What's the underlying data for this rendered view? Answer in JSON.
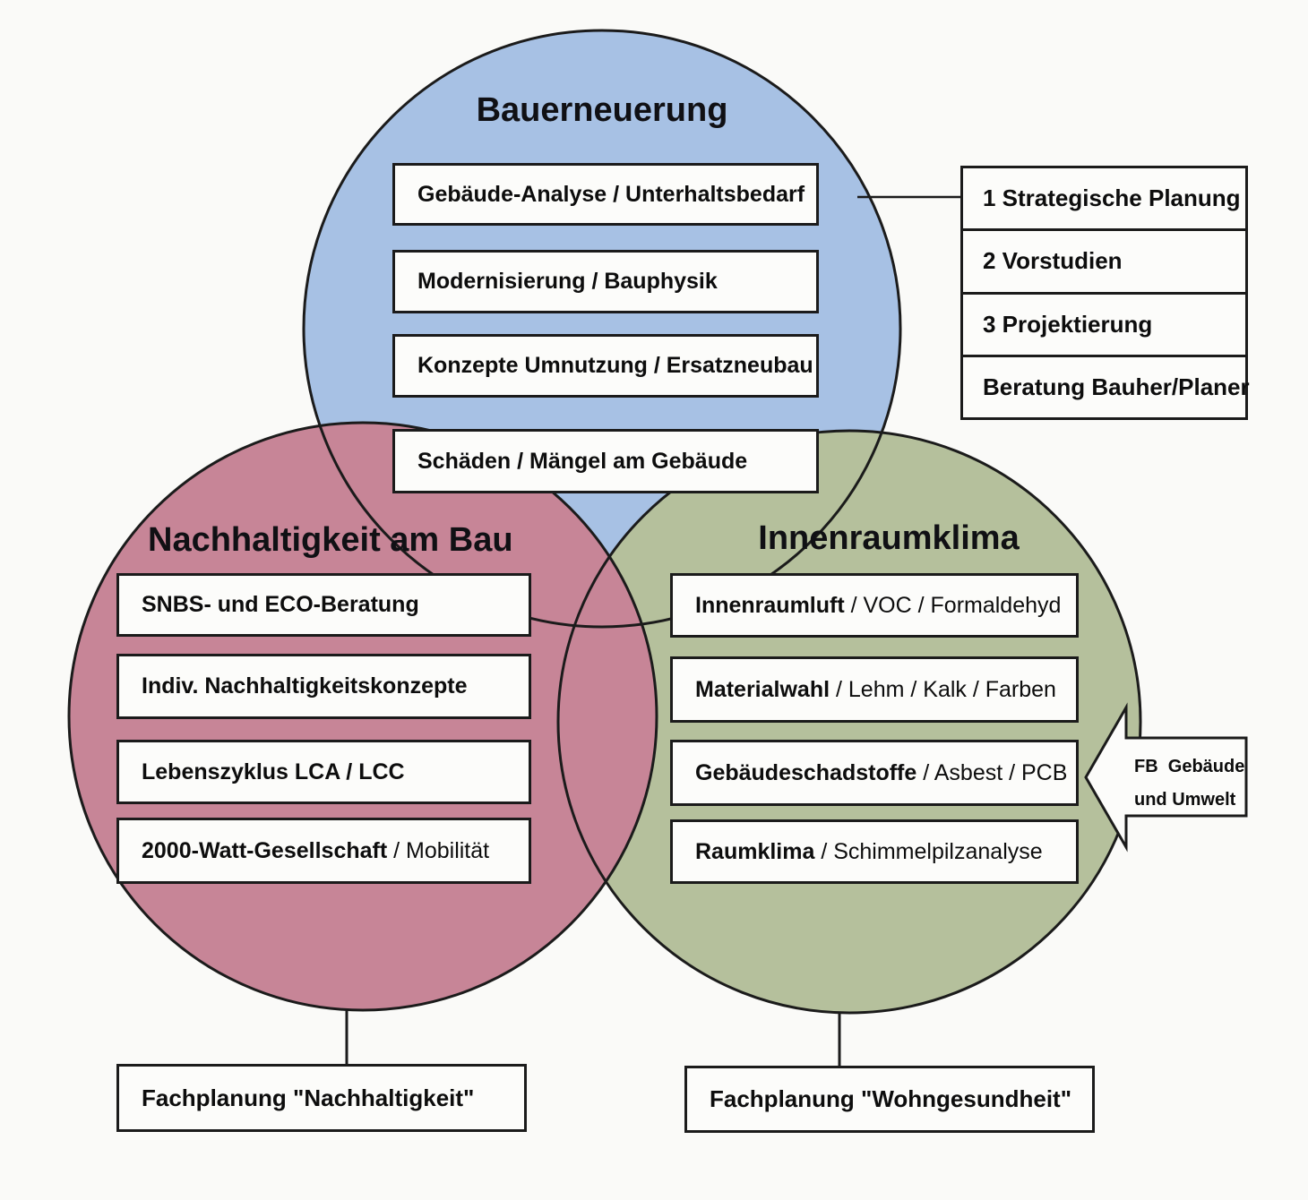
{
  "circles": {
    "renovation": {
      "label": "Bauerneuerung",
      "color": "#a7c1e4",
      "items": [
        {
          "bold": "Gebäude-Analyse / Unterhaltsbedarf",
          "rest": ""
        },
        {
          "bold": "Modernisierung / Bauphysik",
          "rest": ""
        },
        {
          "bold": "Konzepte Umnutzung / Ersatzneubau",
          "rest": ""
        },
        {
          "bold": "Schäden / Mängel am Gebäude",
          "rest": ""
        }
      ]
    },
    "sustainability": {
      "label": "Nachhaltigkeit am Bau",
      "color": "#c78597",
      "items": [
        {
          "bold": "SNBS- und ECO-Beratung",
          "rest": ""
        },
        {
          "bold": "Indiv. Nachhaltigkeitskonzepte",
          "rest": ""
        },
        {
          "bold": "Lebenszyklus LCA / LCC",
          "rest": ""
        },
        {
          "bold": "2000-Watt-Gesellschaft",
          "rest": " / Mobilität"
        }
      ],
      "footer": "Fachplanung \"Nachhaltigkeit\""
    },
    "indoor_climate": {
      "label": "Innenraumklima",
      "color": "#b5c09c",
      "items": [
        {
          "bold": "Innenraumluft",
          "rest": " / VOC / Formaldehyd"
        },
        {
          "bold": "Materialwahl",
          "rest": " / Lehm / Kalk / Farben"
        },
        {
          "bold": "Gebäudeschadstoffe",
          "rest": " / Asbest / PCB"
        },
        {
          "bold": "Raumklima",
          "rest": " / Schimmelpilzanalyse"
        }
      ],
      "footer": "Fachplanung \"Wohngesundheit\""
    }
  },
  "phase_list": {
    "items": [
      "1 Strategische Planung",
      "2 Vorstudien",
      "3 Projektierung",
      "Beratung Bauher/Planer"
    ]
  },
  "arrow_label": {
    "line1": "FB  Gebäude",
    "line2": "und Umwelt"
  },
  "stroke_color": "#1b1b1b",
  "background_color": "#fafaf8"
}
